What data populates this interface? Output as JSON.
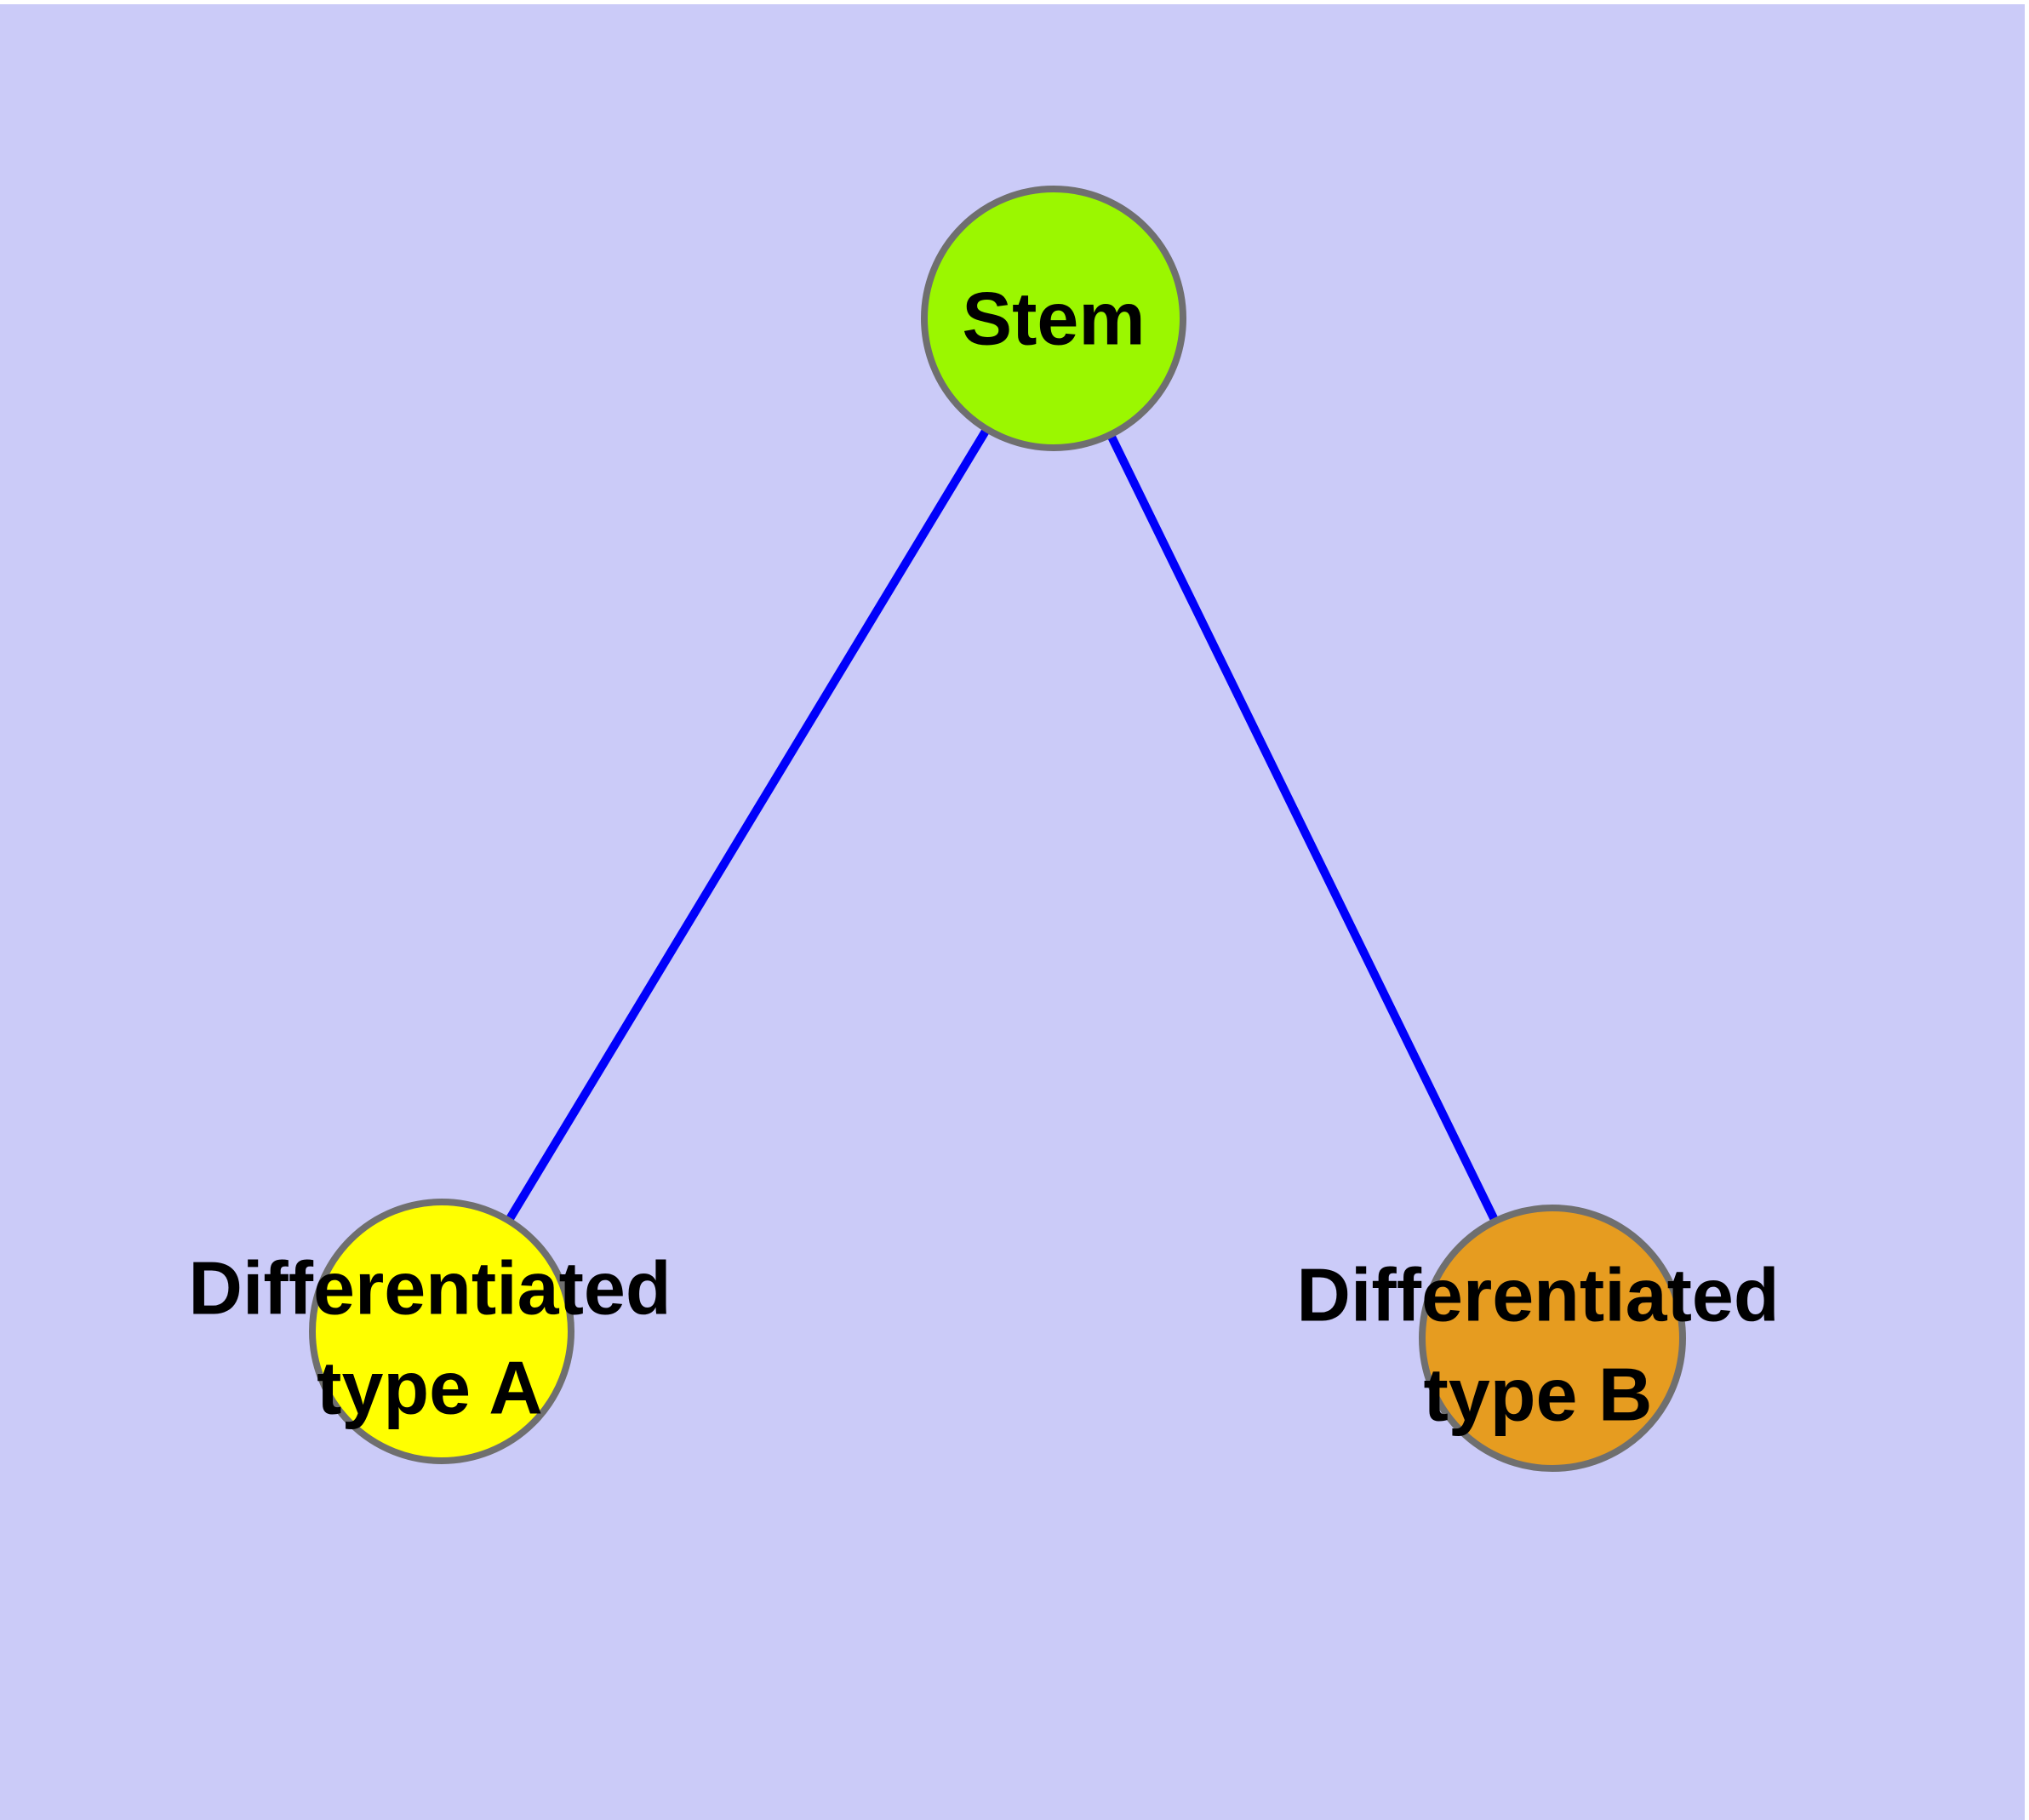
{
  "diagram": {
    "type": "node-link-graph",
    "background_color": "#CBCBF8",
    "frame_color": "#FFFFFF",
    "edge_color": "#0000FA",
    "node_border_color": "#6F6F6F",
    "text_color": "#000000",
    "nodes": {
      "stem": {
        "label": "Stem",
        "fill": "#9BF700"
      },
      "type_a": {
        "label": "Differentiated type A",
        "label_line1": "Differentiated",
        "label_line2": "type A",
        "fill": "#FFFF00"
      },
      "type_b": {
        "label": "Differentiated type B",
        "label_line1": "Differentiated",
        "label_line2": "type B",
        "fill": "#E69C20"
      }
    },
    "edges": [
      {
        "from": "Stem",
        "to": "Differentiated type A"
      },
      {
        "from": "Stem",
        "to": "Differentiated type B"
      }
    ]
  }
}
